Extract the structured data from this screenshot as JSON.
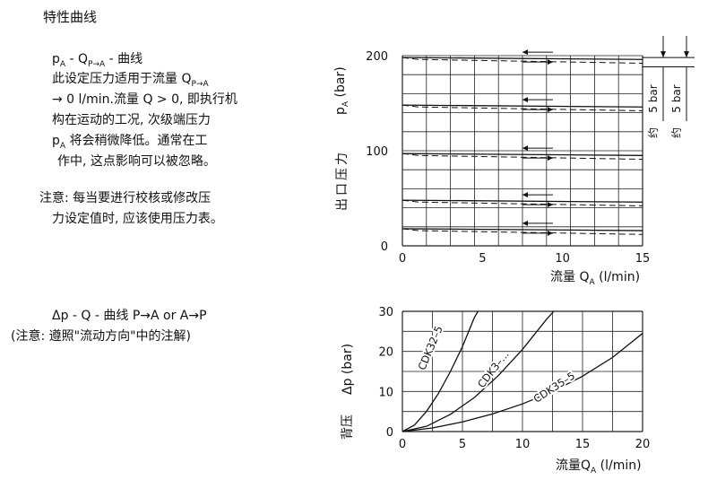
{
  "heading": "特性曲线",
  "section1": {
    "title_prefix": "p",
    "title_prefix_sub": "A",
    "title_mid": " - Q",
    "title_mid_sub": "P→A",
    "title_suffix": " - 曲线",
    "lines": [
      "此设定压力适用于流量 Q",
      "→ 0 l/min.流量 Q > 0, 即执行机",
      "构在运动的工况, 次级端压力",
      "p",
      "作中, 这点影响可以被忽略。"
    ],
    "line1_sub": "P→A",
    "line4_sub": "A",
    "line4_rest": " 将会稍微降低。通常在工",
    "note": [
      "注意: 每当要进行校核或修改压",
      "力设定值时, 应该使用压力表。"
    ]
  },
  "section2": {
    "title": "Δp - Q - 曲线 P→A or A→P",
    "note": "(注意: 遵照\"流动方向\"中的注解)"
  },
  "chart_data": [
    {
      "type": "line",
      "ylabel": "p",
      "ylabel_sub": "A",
      "ylabel_unit": " (bar)",
      "ylabel_cn": "出口压力",
      "xlabel": "流量 Q",
      "xlabel_sub": "A",
      "xlabel_unit": " (l/min)",
      "xlim": [
        0,
        15
      ],
      "ylim": [
        0,
        200
      ],
      "xticks": [
        "0",
        "5",
        "10",
        "15"
      ],
      "yticks": [
        "0",
        "100",
        "200"
      ],
      "grid": true,
      "series": [
        {
          "pressure": 198,
          "solid": [
            [
              0,
              198
            ],
            [
              15,
              196
            ]
          ],
          "dashed": [
            [
              0,
              198
            ],
            [
              1,
              196
            ],
            [
              15,
              192
            ]
          ]
        },
        {
          "pressure": 148,
          "solid": [
            [
              0,
              148
            ],
            [
              15,
              146
            ]
          ],
          "dashed": [
            [
              0,
              148
            ],
            [
              1,
              146
            ],
            [
              15,
              142
            ]
          ]
        },
        {
          "pressure": 97,
          "solid": [
            [
              0,
              97
            ],
            [
              15,
              95
            ]
          ],
          "dashed": [
            [
              0,
              97
            ],
            [
              1,
              95
            ],
            [
              15,
              91
            ]
          ]
        },
        {
          "pressure": 48,
          "solid": [
            [
              0,
              48
            ],
            [
              15,
              46
            ]
          ],
          "dashed": [
            [
              0,
              48
            ],
            [
              1,
              46
            ],
            [
              15,
              42
            ]
          ]
        },
        {
          "pressure": 18,
          "solid": [
            [
              0,
              18
            ],
            [
              15,
              16
            ]
          ],
          "dashed": [
            [
              0,
              18
            ],
            [
              1,
              16
            ],
            [
              15,
              12
            ]
          ]
        }
      ],
      "annotations": [
        "5 bar",
        "约",
        "5 bar",
        "约"
      ]
    },
    {
      "type": "line",
      "ylabel": "Δp (bar)",
      "ylabel_cn": "背压",
      "xlabel": "流量Q",
      "xlabel_sub": "A",
      "xlabel_unit": " (l/min)",
      "xlim": [
        0,
        20
      ],
      "ylim": [
        0,
        30
      ],
      "xticks": [
        "0",
        "5",
        "10",
        "15",
        "20"
      ],
      "yticks": [
        "0",
        "10",
        "20",
        "30"
      ],
      "grid": true,
      "series": [
        {
          "name": "CDK32–5",
          "x": [
            0,
            1,
            2,
            3,
            4,
            5,
            6,
            6.3
          ],
          "y": [
            0,
            1.6,
            5,
            9.5,
            15,
            21.2,
            28.5,
            30
          ]
        },
        {
          "name": "CDK3–...",
          "x": [
            0,
            2,
            4,
            6,
            8,
            10,
            12,
            12.6
          ],
          "y": [
            0,
            1.3,
            4.3,
            8.5,
            14,
            20.5,
            28,
            30
          ]
        },
        {
          "name": "CDK35–5",
          "x": [
            0,
            2.5,
            5,
            7.5,
            10,
            12.5,
            15,
            17.5,
            20
          ],
          "y": [
            0,
            0.9,
            2.4,
            4.4,
            6.9,
            10,
            13.8,
            18.5,
            24.5
          ]
        }
      ]
    }
  ]
}
